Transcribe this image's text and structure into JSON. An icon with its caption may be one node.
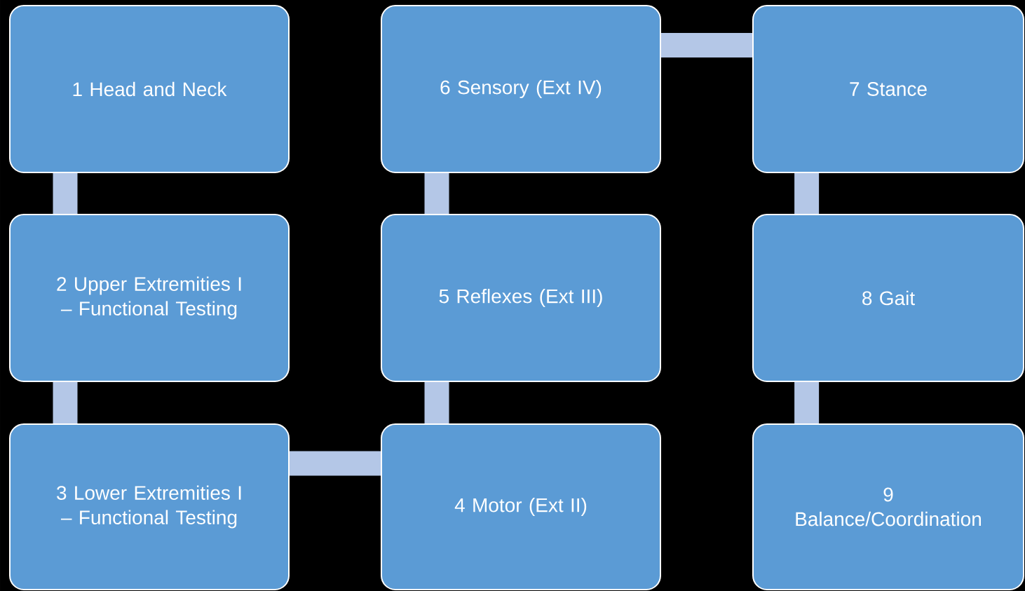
{
  "diagram": {
    "nodes": [
      {
        "text": [
          "1 Head and Neck"
        ]
      },
      {
        "text": [
          "2 Upper Extremities I – Functional Testing"
        ]
      },
      {
        "text": [
          "3 Lower Extremities I – Functional Testing"
        ]
      },
      {
        "text": [
          "4 Motor (Ext II)"
        ]
      },
      {
        "text": [
          "5 Reflexes (Ext III)"
        ]
      },
      {
        "text": [
          "6 Sensory (Ext IV)"
        ]
      },
      {
        "text": [
          "7 Stance"
        ]
      },
      {
        "text": [
          "8 Gait"
        ]
      },
      {
        "text": [
          "9 Balance/Coordination"
        ]
      }
    ],
    "edges": [
      {
        "from": 0,
        "to": 1,
        "arrow": "none"
      },
      {
        "from": 1,
        "to": 2,
        "arrow": "none"
      },
      {
        "from": 2,
        "to": 3,
        "arrow": "none"
      },
      {
        "from": 3,
        "to": 4,
        "arrow": "none"
      },
      {
        "from": 4,
        "to": 5,
        "arrow": "none"
      },
      {
        "from": 5,
        "to": 6,
        "arrow": "none"
      },
      {
        "from": 6,
        "to": 7,
        "arrow": "none"
      },
      {
        "from": 7,
        "to": 8,
        "arrow": "none"
      }
    ]
  }
}
